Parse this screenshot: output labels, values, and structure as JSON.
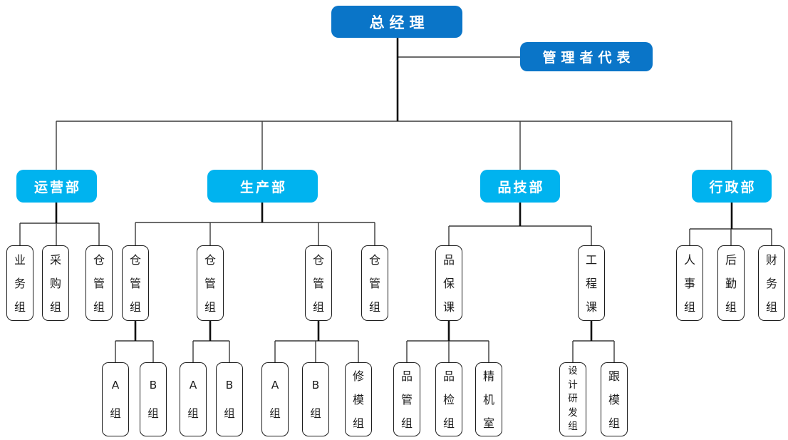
{
  "colors": {
    "primary": "#0a75c8",
    "secondary": "#00b3ef",
    "line": "#3a3a3a"
  },
  "root": {
    "label": "总经理"
  },
  "staff": {
    "label": "管理者代表"
  },
  "departments": [
    {
      "label": "运营部",
      "sections": [
        {
          "label": "业务组"
        },
        {
          "label": "采购组"
        },
        {
          "label": "仓管组"
        }
      ]
    },
    {
      "label": "生产部",
      "sections": [
        {
          "label": "仓管组",
          "groups": [
            "A组",
            "B组"
          ]
        },
        {
          "label": "仓管组",
          "groups": [
            "A组",
            "B组"
          ]
        },
        {
          "label": "仓管组",
          "groups": [
            "A组",
            "B组",
            "修模组"
          ]
        },
        {
          "label": "仓管组"
        }
      ]
    },
    {
      "label": "品技部",
      "sections": [
        {
          "label": "品保课",
          "groups": [
            "品管组",
            "品检组",
            "精机室"
          ]
        },
        {
          "label": "工程课",
          "groups": [
            "设计研发组",
            "跟模组"
          ]
        }
      ]
    },
    {
      "label": "行政部",
      "sections": [
        {
          "label": "人事组"
        },
        {
          "label": "后勤组"
        },
        {
          "label": "财务组"
        }
      ]
    }
  ]
}
